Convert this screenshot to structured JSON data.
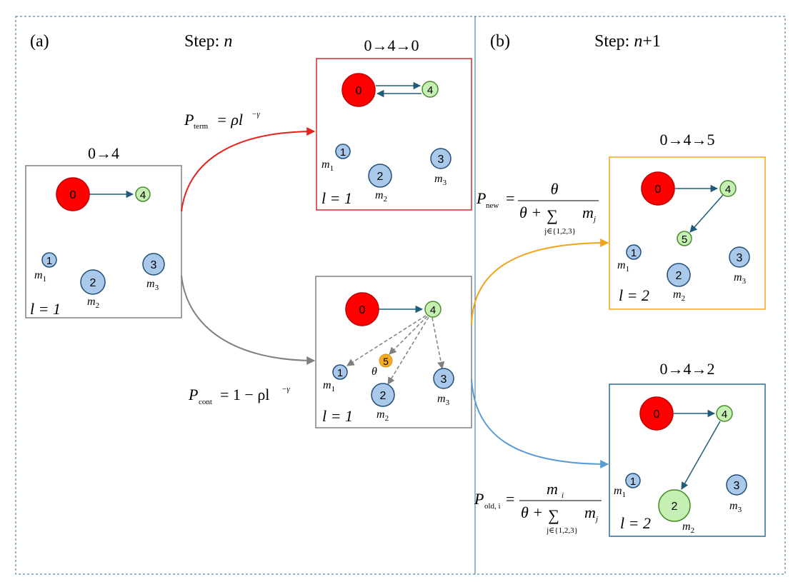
{
  "panels": {
    "a": {
      "tag": "(a)",
      "step_prefix": "Step: ",
      "step_var": "n"
    },
    "b": {
      "tag": "(b)",
      "step_prefix": "Step: ",
      "step_var": "n",
      "step_suffix": "+1"
    }
  },
  "paths": {
    "start": "0→4",
    "term": "0→4→0",
    "new": "0→4→5",
    "old": "0→4→2"
  },
  "nodes": {
    "n0": "0",
    "n1": "1",
    "n2": "2",
    "n3": "3",
    "n4": "4",
    "n5": "5"
  },
  "masses": {
    "m": "m",
    "s1": "1",
    "s2": "2",
    "s3": "3"
  },
  "levels": {
    "l1": "l = 1",
    "l2": "l = 2"
  },
  "theta": "θ",
  "formulas": {
    "term": {
      "P": "P",
      "sub": "term",
      "rhs": "= ρl",
      "exp": "−γ"
    },
    "cont": {
      "P": "P",
      "sub": "cont",
      "rhs": "= 1 − ρl",
      "exp": "−γ"
    },
    "new": {
      "P": "P",
      "sub": "new",
      "eq": "=",
      "num": "θ",
      "den_a": "θ +",
      "sum": "∑",
      "den_m": "m",
      "den_sub": "j",
      "sum_idx": "j∈{1,2,3}"
    },
    "old": {
      "P": "P",
      "sub": "old, i",
      "eq": "=",
      "num": "m",
      "num_sub": "i",
      "den_a": "θ +",
      "sum": "∑",
      "den_m": "m",
      "den_sub": "j",
      "sum_idx": "j∈{1,2,3}"
    }
  },
  "colors": {
    "red_node": "#ff0000",
    "green_node": "#c6efb3",
    "blue_node": "#a9c8ea",
    "orange_node": "#f4ad1f",
    "arrow_dark": "#1f5c7a",
    "term_arrow": "#e8221b",
    "cont_arrow": "#808080",
    "new_arrow": "#f4a21a",
    "old_arrow": "#5b9bd5",
    "term_box": "#d62a2a",
    "new_box": "#f0a41c",
    "old_box": "#2e6d93",
    "plain_box": "#808080",
    "divider": "#2e6d93"
  }
}
